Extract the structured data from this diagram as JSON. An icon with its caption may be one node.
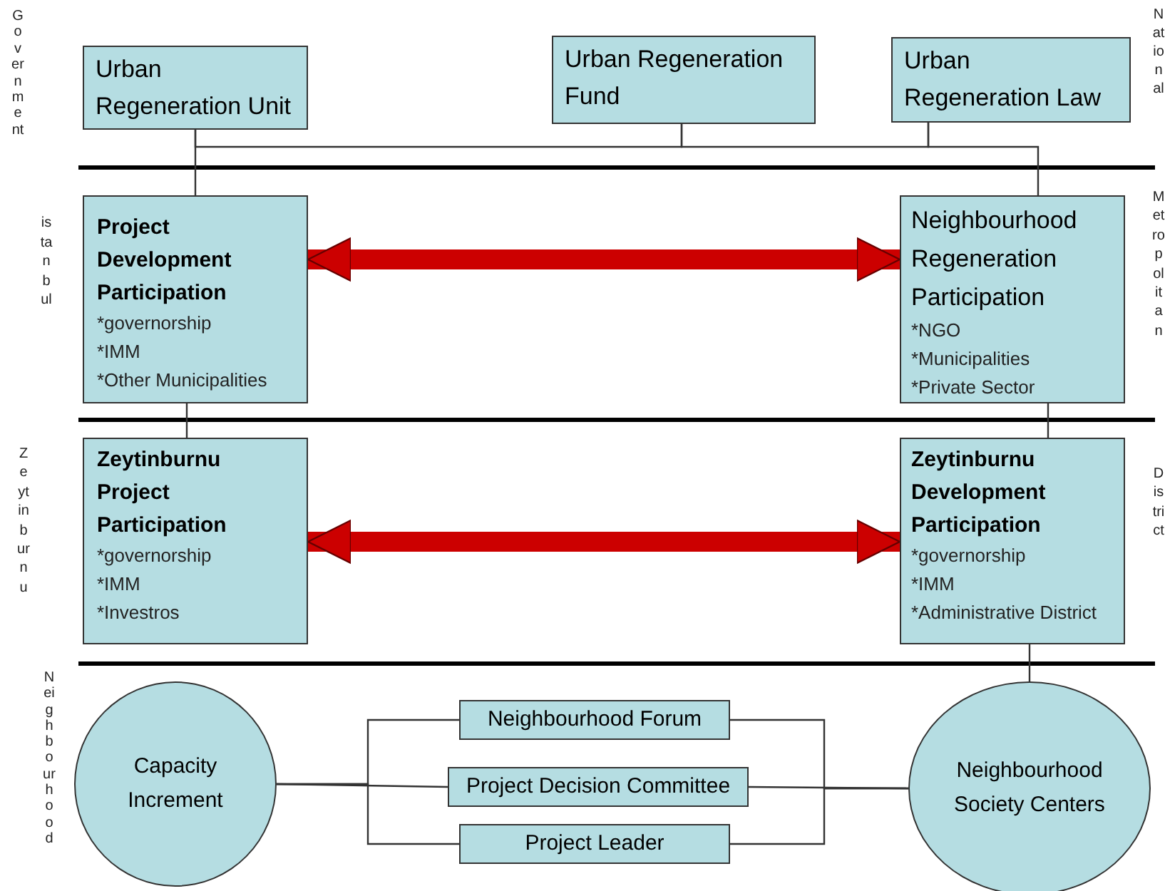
{
  "diagram": {
    "nodes": [
      {
        "text": [
          "Urban Regeneration Unit"
        ]
      },
      {
        "text": [
          "Urban Regeneration Fund"
        ]
      },
      {
        "text": [
          "Urban Regeneration Law"
        ]
      },
      {
        "text": [
          "Project Development Participation",
          "*governorship",
          "*IMM",
          "*Other Municipalities"
        ]
      },
      {
        "text": [
          "Neighbourhood Regeneration Participation",
          "*NGO",
          "*Municipalities",
          "*Private Sector"
        ]
      },
      {
        "text": [
          "Zeytinburnu Project Participation",
          "*governorship",
          "*IMM",
          "*Investros"
        ]
      },
      {
        "text": [
          "Zeytinburnu Development Participation",
          "*governorship",
          "*IMM",
          "*Administrative District"
        ]
      },
      {
        "text": [
          "Capacity Increment"
        ]
      },
      {
        "text": [
          "Neighbourhood Forum"
        ]
      },
      {
        "text": [
          "Project Decision Committee"
        ]
      },
      {
        "text": [
          "Project Leader"
        ]
      },
      {
        "text": [
          "Neighbourhood Society Centers"
        ]
      }
    ],
    "edges": [
      {
        "from": 0,
        "to": 3,
        "arrow": "none"
      },
      {
        "from": 0,
        "to": 1,
        "arrow": "none"
      },
      {
        "from": 1,
        "to": 2,
        "arrow": "none"
      },
      {
        "from": 2,
        "to": 4,
        "arrow": "none"
      },
      {
        "from": 3,
        "to": 4,
        "arrow": "both",
        "style": "thick",
        "color": "#cc0000"
      },
      {
        "from": 5,
        "to": 6,
        "arrow": "both",
        "style": "thick",
        "color": "#cc0000"
      },
      {
        "from": 3,
        "to": 5,
        "arrow": "none"
      },
      {
        "from": 4,
        "to": 6,
        "arrow": "none"
      },
      {
        "from": 6,
        "to": 11,
        "arrow": "none"
      },
      {
        "from": 7,
        "to": 9,
        "arrow": "none"
      },
      {
        "from": 9,
        "to": 11,
        "arrow": "none"
      },
      {
        "from": 7,
        "to": 8,
        "arrow": "none"
      },
      {
        "from": 7,
        "to": 10,
        "arrow": "none"
      },
      {
        "from": 8,
        "to": 11,
        "arrow": "none"
      },
      {
        "from": 10,
        "to": 11,
        "arrow": "none"
      }
    ],
    "labels": [
      "Government",
      "National",
      "istanbul",
      "Metropolitan",
      "Zeytinburnu",
      "District",
      "Neighbourhood"
    ]
  }
}
